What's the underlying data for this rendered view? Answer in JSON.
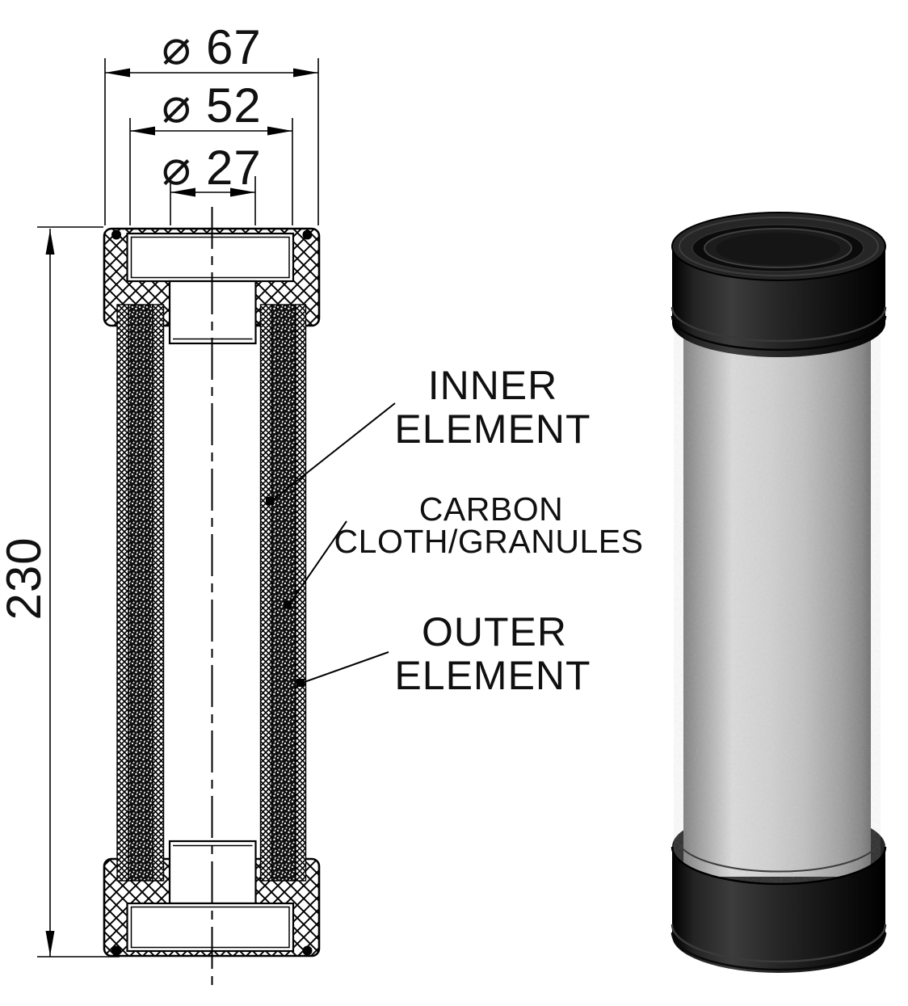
{
  "figure": {
    "background": "#ffffff",
    "line_color": "#000000"
  },
  "cross_section": {
    "dimensions": {
      "outer_diameter": "⌀ 67",
      "recess_diameter": "⌀ 52",
      "bore_diameter": "⌀ 27",
      "overall_length": "230"
    },
    "callouts": {
      "inner_element": {
        "line1": "INNER",
        "line2": "ELEMENT"
      },
      "carbon_media": {
        "line1": "CARBON",
        "line2": "CLOTH/GRANULES"
      },
      "outer_element": {
        "line1": "OUTER",
        "line2": "ELEMENT"
      }
    }
  },
  "render_3d": {
    "end_cap_color": "#262626",
    "body_color": "#c7c7c7"
  }
}
